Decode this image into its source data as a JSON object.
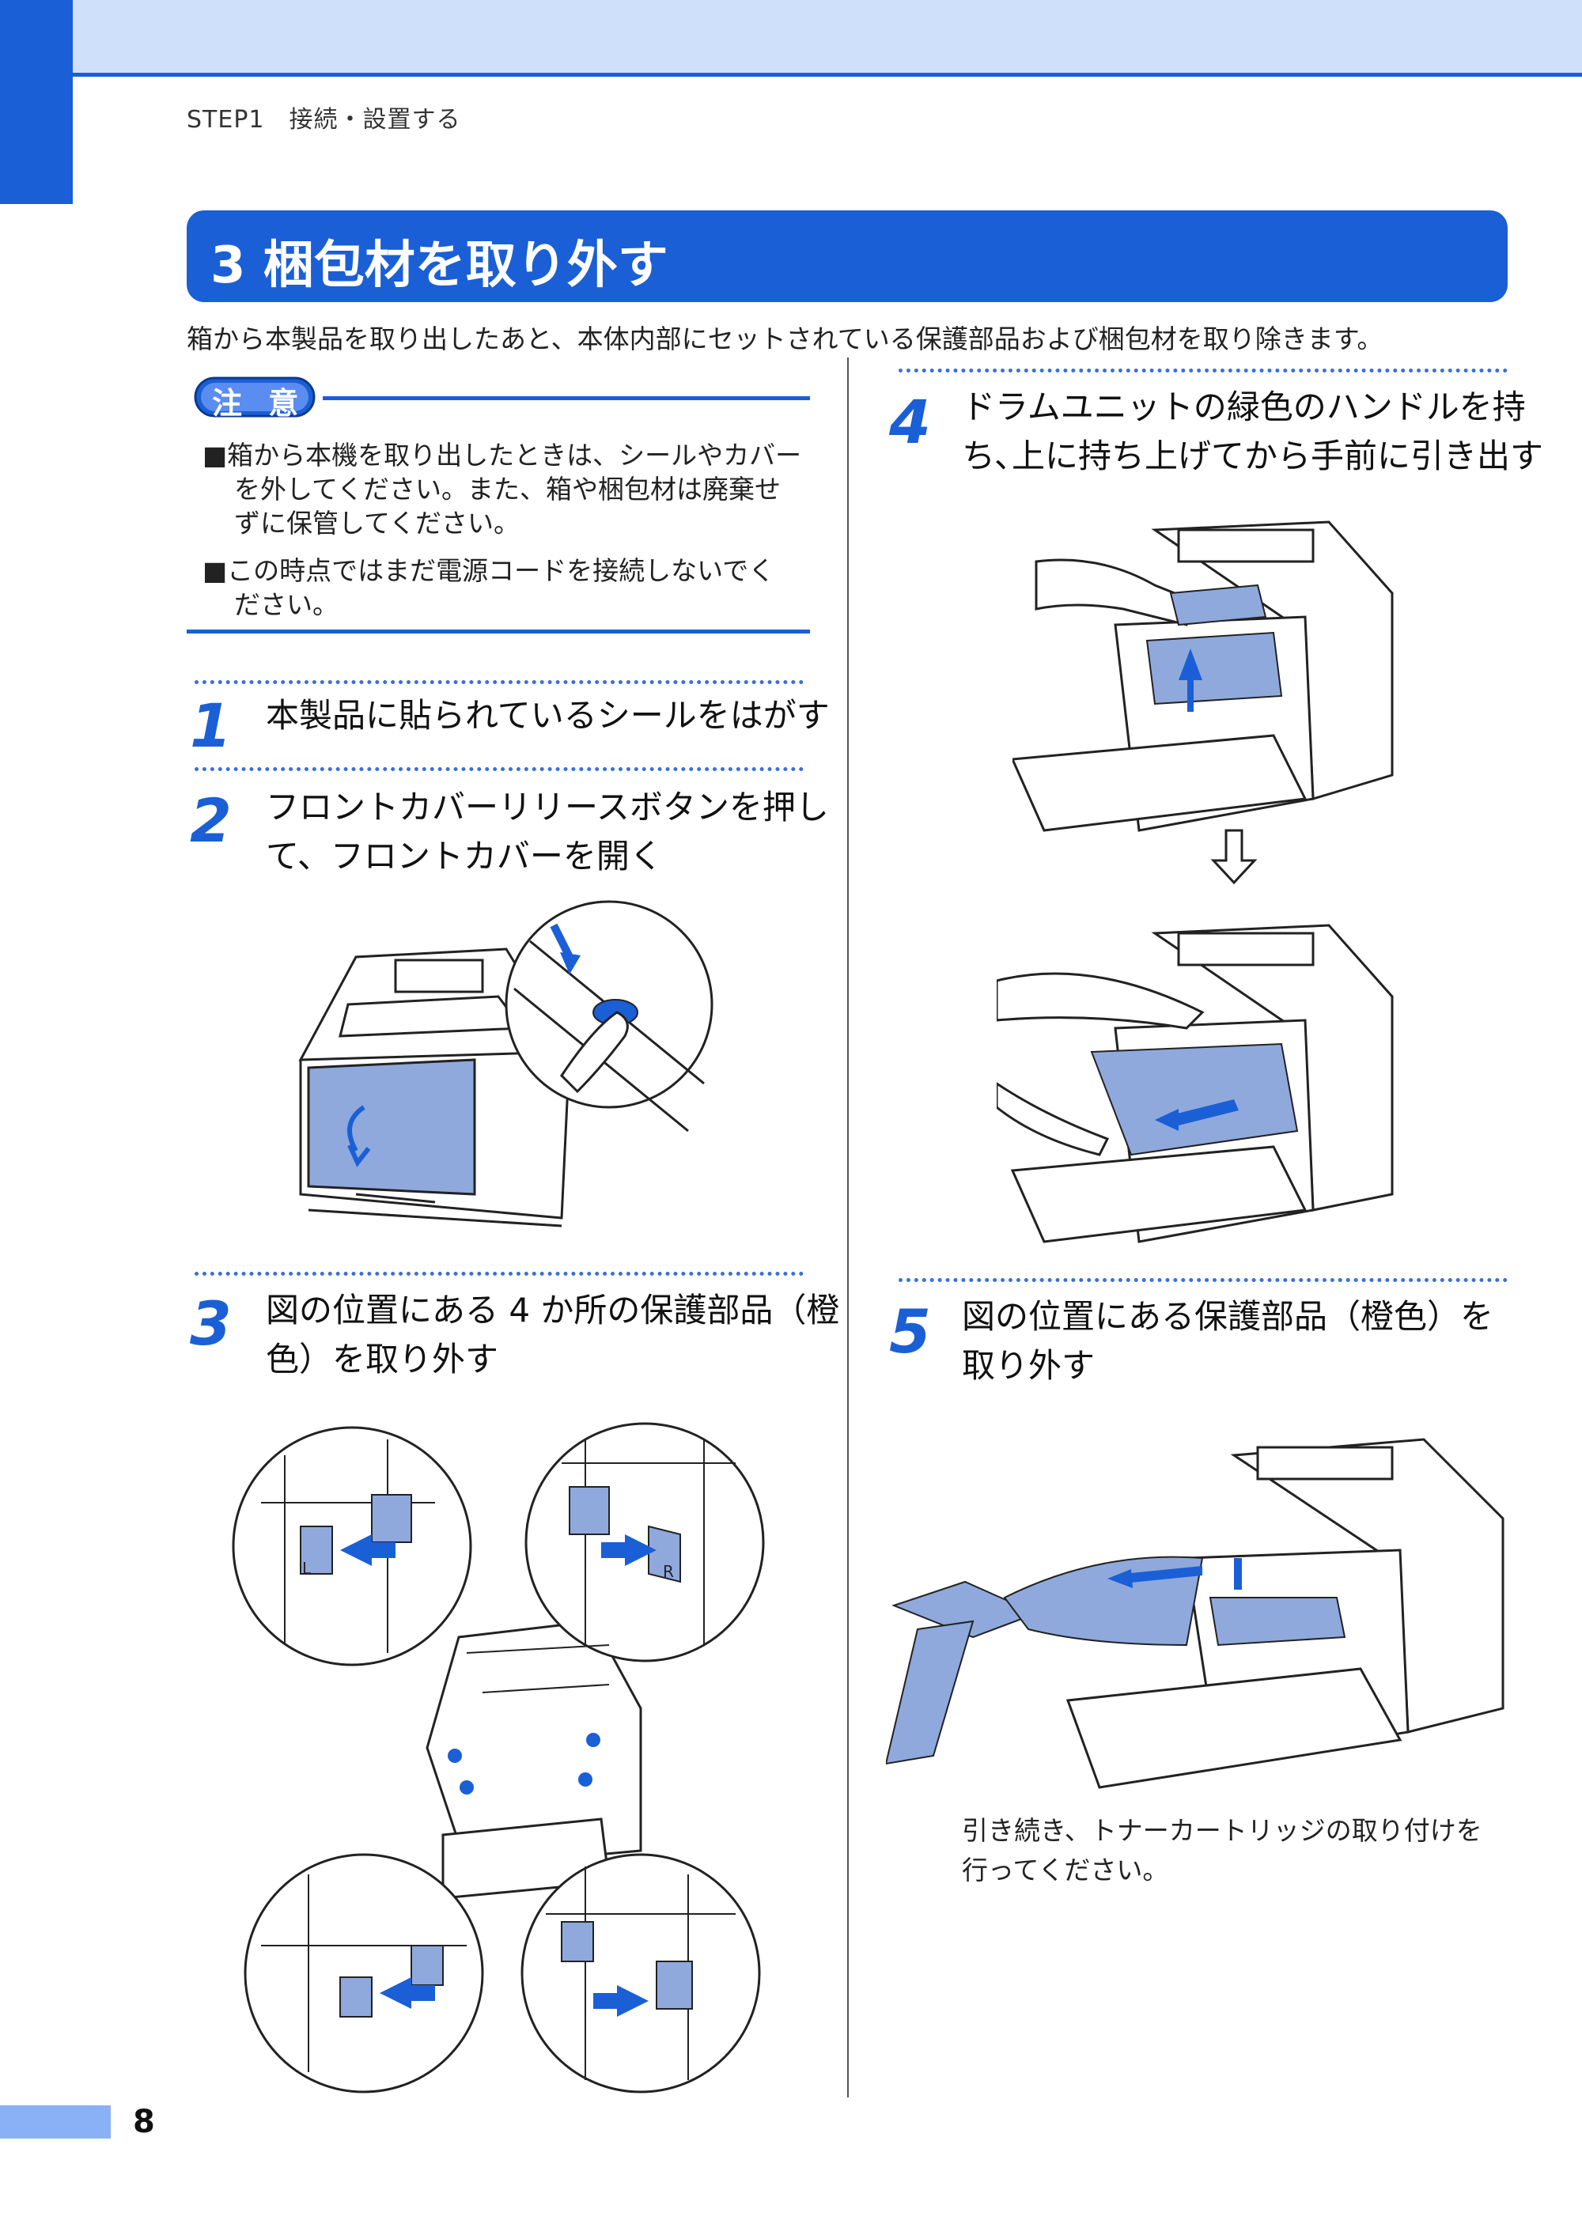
{
  "header": {
    "section": "STEP1　接続・設置する"
  },
  "title": "3 梱包材を取り外す",
  "intro": "箱から本製品を取り出したあと、本体内部にセットされている保護部品および梱包材を取り除きます。",
  "caution": {
    "badge": "注 意",
    "items": [
      [
        "■箱から本機を取り出したときは、シールやカバー",
        "を外してください。また、箱や梱包材は廃棄せ",
        "ずに保管してください。"
      ],
      [
        "■この時点ではまだ電源コードを接続しないでく",
        "ださい。"
      ]
    ]
  },
  "steps": [
    {
      "num": "1",
      "lines": [
        "本製品に貼られているシールをはがす"
      ]
    },
    {
      "num": "2",
      "lines": [
        "フロントカバーリリースボタンを押し",
        "て、フロントカバーを開く"
      ]
    },
    {
      "num": "3",
      "lines": [
        "図の位置にある 4 か所の保護部品（橙",
        "色）を取り外す"
      ]
    },
    {
      "num": "4",
      "lines": [
        "ドラムユニットの緑色のハンドルを持",
        "ち､上に持ち上げてから手前に引き出す"
      ]
    },
    {
      "num": "5",
      "lines": [
        "図の位置にある保護部品（橙色）を",
        "取り外す"
      ]
    }
  ],
  "figure_labels": {
    "left_tab": "L",
    "right_tab": "R"
  },
  "afterword": [
    "引き続き、トナーカートリッジの取り付けを",
    "行ってください。"
  ],
  "page_number": "8",
  "colors": {
    "accent": "#1a5fd6",
    "band": "#cfe0fb",
    "part_fill": "#8fa9dd"
  }
}
